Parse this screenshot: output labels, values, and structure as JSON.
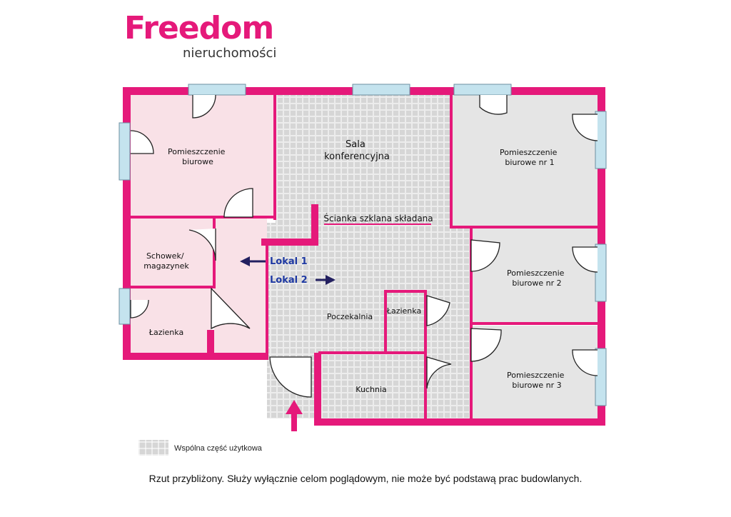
{
  "brand": {
    "name": "Freedom",
    "tagline": "nieruchomości",
    "color": "#e5197a"
  },
  "rooms": {
    "office_main": [
      "Pomieszczenie",
      "biurowe"
    ],
    "conference": [
      "Sala",
      "konferencyjna"
    ],
    "office_1": [
      "Pomieszczenie",
      "biurowe nr 1"
    ],
    "storage": [
      "Schowek/",
      "magazynek"
    ],
    "bathroom_left": "Łazienka",
    "waiting": "Poczekalnia",
    "bathroom_center": "Łazienka",
    "kitchen": "Kuchnia",
    "office_2": [
      "Pomieszczenie",
      "biurowe nr 2"
    ],
    "office_3": [
      "Pomieszczenie",
      "biurowe nr 3"
    ]
  },
  "annotations": {
    "glass_wall": "Ścianka szklana składana",
    "unit_1": "Lokal 1",
    "unit_2": "Lokal 2"
  },
  "colors": {
    "wall": "#e5197a",
    "private_area": "#f9e1e7",
    "office_area": "#e5e5e5",
    "common_area": "#d6d6d6",
    "window": "#c4e3ee",
    "unit_label": "#1f3aa3",
    "arrow": "#232060"
  },
  "legend": {
    "common_area_label": "Wspólna część użytkowa"
  },
  "disclaimer": "Rzut przybliżony. Służy wyłącznie celom poglądowym, nie może być podstawą prac budowlanych."
}
